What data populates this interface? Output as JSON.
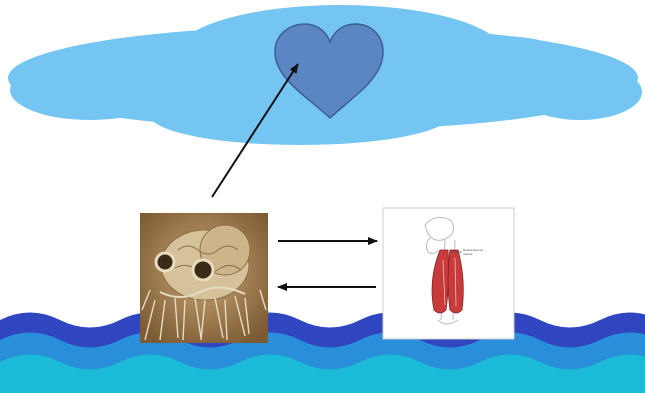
{
  "colors": {
    "cloud": "#74c5f2",
    "heart": "#5b86c3",
    "heart_stroke": "#3b5f95",
    "arrow": "#111111",
    "wave_back": "#2f46c0",
    "wave_mid": "#2a8fdb",
    "wave_front": "#1bbad6",
    "specimen_bg": "#b08a55",
    "muscle": "#c83b3b"
  },
  "icons": {
    "cloud": "cloud-shape",
    "heart": "heart-icon",
    "brain_photo": "brain-specimen-image",
    "muscle_photo": "thigh-muscle-illustration",
    "waves": "ocean-waves"
  },
  "muscle_photo": {
    "annotation": "Rectus femoris\nmuscle"
  }
}
